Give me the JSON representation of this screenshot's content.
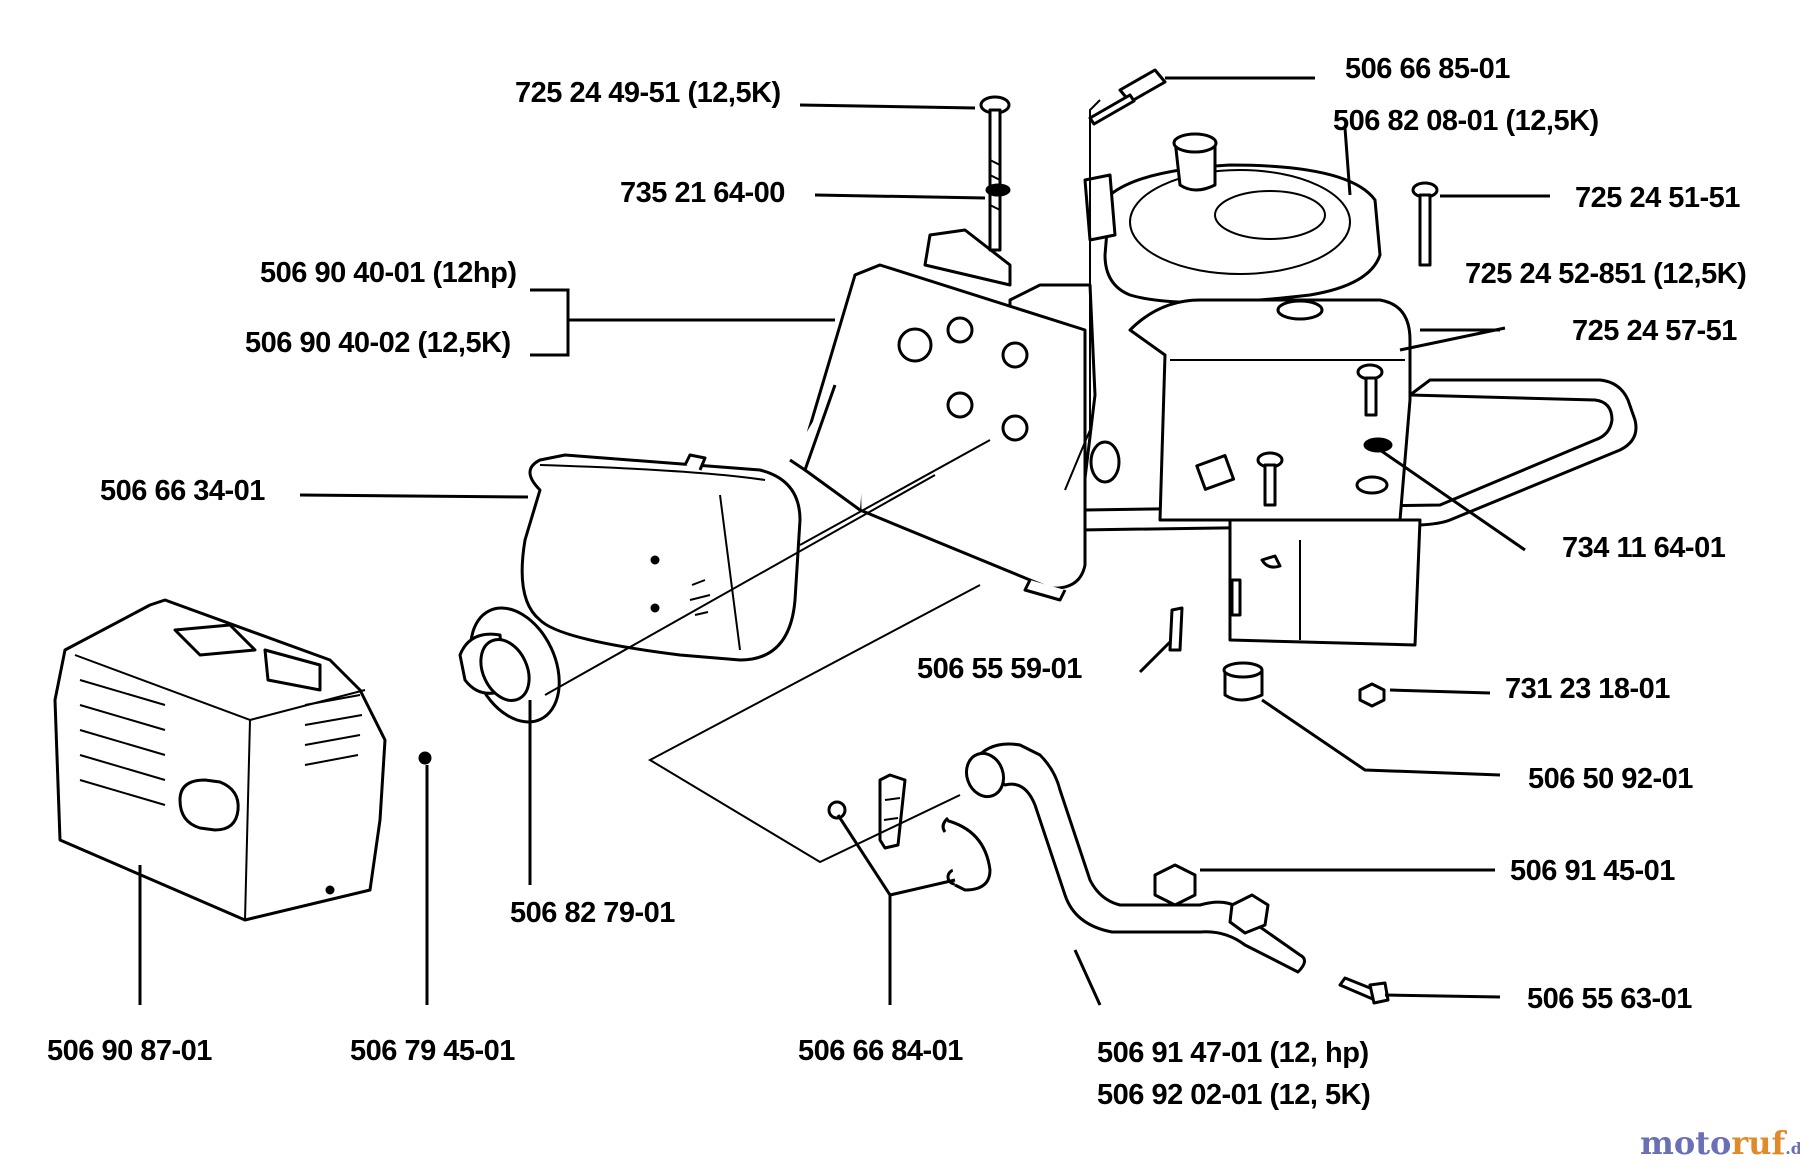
{
  "parts": [
    {
      "id": "p1",
      "number": "725 24 49-51 (12,5K)"
    },
    {
      "id": "p2",
      "number": "506 66 85-01"
    },
    {
      "id": "p3",
      "number": "506 82 08-01 (12,5K)"
    },
    {
      "id": "p4",
      "number": "735 21 64-00"
    },
    {
      "id": "p5",
      "number": "725 24 51-51"
    },
    {
      "id": "p6",
      "number": "506 90 40-01 (12hp)"
    },
    {
      "id": "p7",
      "number": "506 90 40-02 (12,5K)"
    },
    {
      "id": "p8",
      "number": "725 24 52-851 (12,5K)"
    },
    {
      "id": "p9",
      "number": "725 24 57-51"
    },
    {
      "id": "p10",
      "number": "506 66 34-01"
    },
    {
      "id": "p11",
      "number": "734 11 64-01"
    },
    {
      "id": "p12",
      "number": "506 55 59-01"
    },
    {
      "id": "p13",
      "number": "731 23 18-01"
    },
    {
      "id": "p14",
      "number": "506 50 92-01"
    },
    {
      "id": "p15",
      "number": "506 91 45-01"
    },
    {
      "id": "p16",
      "number": "506 82 79-01"
    },
    {
      "id": "p17",
      "number": "506 55 63-01"
    },
    {
      "id": "p18",
      "number": "506 90 87-01"
    },
    {
      "id": "p19",
      "number": "506 79 45-01"
    },
    {
      "id": "p20",
      "number": "506 66 84-01"
    },
    {
      "id": "p21",
      "number": "506 91 47-01 (12, hp)"
    },
    {
      "id": "p22",
      "number": "506 92 02-01 (12, 5K)"
    }
  ],
  "watermark": {
    "part1": "moto",
    "part2": "ruf",
    "part3": ".de"
  }
}
